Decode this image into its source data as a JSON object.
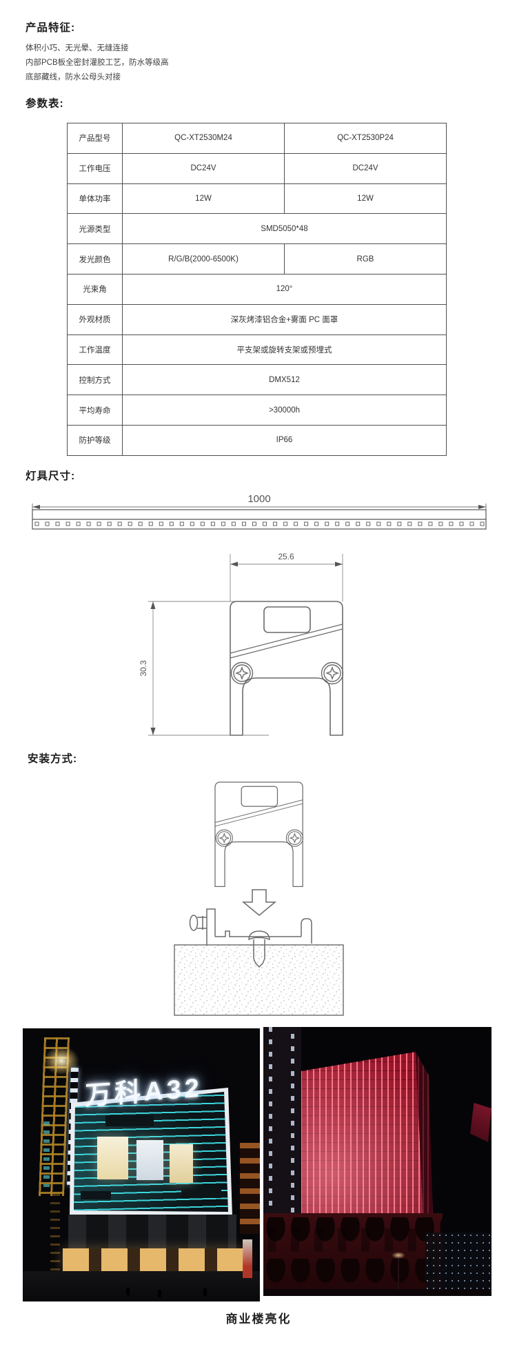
{
  "features": {
    "heading": "产品特征:",
    "items": [
      "体积小巧、无光晕、无缝连接",
      "内部PCB板全密封灌胶工艺，防水等级高",
      "底部藏线，防水公母头对接"
    ]
  },
  "spec_table": {
    "heading": "参数表:",
    "rows": [
      {
        "label": "产品型号",
        "values": [
          "QC-XT2530M24",
          "QC-XT2530P24"
        ]
      },
      {
        "label": "工作电压",
        "values": [
          "DC24V",
          "DC24V"
        ]
      },
      {
        "label": "单体功率",
        "values": [
          "12W",
          "12W"
        ]
      },
      {
        "label": "光源类型",
        "values": [
          "SMD5050*48"
        ]
      },
      {
        "label": "发光颜色",
        "values": [
          "R/G/B(2000-6500K)",
          "RGB"
        ]
      },
      {
        "label": "光束角",
        "values": [
          "120°"
        ]
      },
      {
        "label": "外观材质",
        "values": [
          "深灰烤漆铝合金+雾面 PC 面罩"
        ]
      },
      {
        "label": "工作温度",
        "values": [
          "平支架或旋转支架或预埋式"
        ]
      },
      {
        "label": "控制方式",
        "values": [
          "DMX512"
        ]
      },
      {
        "label": "平均寿命",
        "values": [
          ">30000h"
        ]
      },
      {
        "label": "防护等级",
        "values": [
          "IP66"
        ]
      }
    ]
  },
  "fixture_dimensions": {
    "heading": "灯具尺寸:",
    "length_label": "1000",
    "width_label": "25.6",
    "height_label": "30.3",
    "led_count": 44
  },
  "installation": {
    "heading": "安装方式:"
  },
  "gallery": {
    "left_photo_sign": "万科A32",
    "caption": "商业楼亮化"
  },
  "colors": {
    "accent_teal": "#3ee0e6",
    "accent_red": "#c02643",
    "drawing_line": "#6a6a6a",
    "table_border": "#4f4f4f",
    "text": "#333333"
  }
}
